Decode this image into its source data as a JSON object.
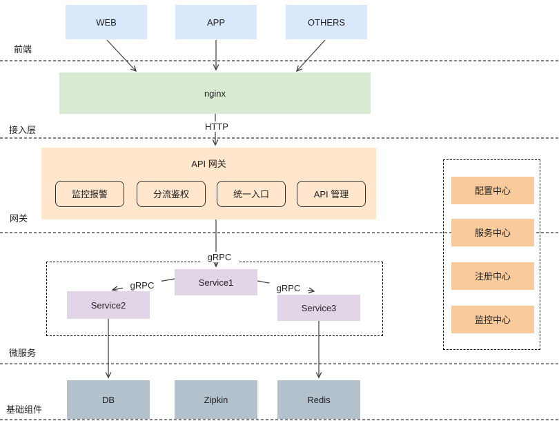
{
  "layers": {
    "frontend": "前端",
    "access": "接入层",
    "gateway": "网关",
    "microservice": "微服务",
    "infrastructure": "基础组件"
  },
  "clients": [
    {
      "label": "WEB"
    },
    {
      "label": "APP"
    },
    {
      "label": "OTHERS"
    }
  ],
  "nginx": {
    "label": "nginx"
  },
  "connections": {
    "http": "HTTP",
    "grpc_top": "gRPC",
    "grpc_left": "gRPC",
    "grpc_right": "gRPC"
  },
  "api_gateway": {
    "title": "API 网关",
    "features": [
      {
        "label": "监控报警"
      },
      {
        "label": "分流鉴权"
      },
      {
        "label": "统一入口"
      },
      {
        "label": "API 管理"
      }
    ]
  },
  "services": [
    {
      "label": "Service1"
    },
    {
      "label": "Service2"
    },
    {
      "label": "Service3"
    }
  ],
  "centers": [
    {
      "label": "配置中心"
    },
    {
      "label": "服务中心"
    },
    {
      "label": "注册中心"
    },
    {
      "label": "监控中心"
    }
  ],
  "infrastructure": [
    {
      "label": "DB"
    },
    {
      "label": "Zipkin"
    },
    {
      "label": "Redis"
    }
  ],
  "colors": {
    "client": "#dae8fc",
    "nginx": "#d9ead3",
    "gateway": "#ffe6cc",
    "center": "#f9cb9c",
    "service": "#e1d5e7",
    "infra": "#b3c1cd"
  }
}
